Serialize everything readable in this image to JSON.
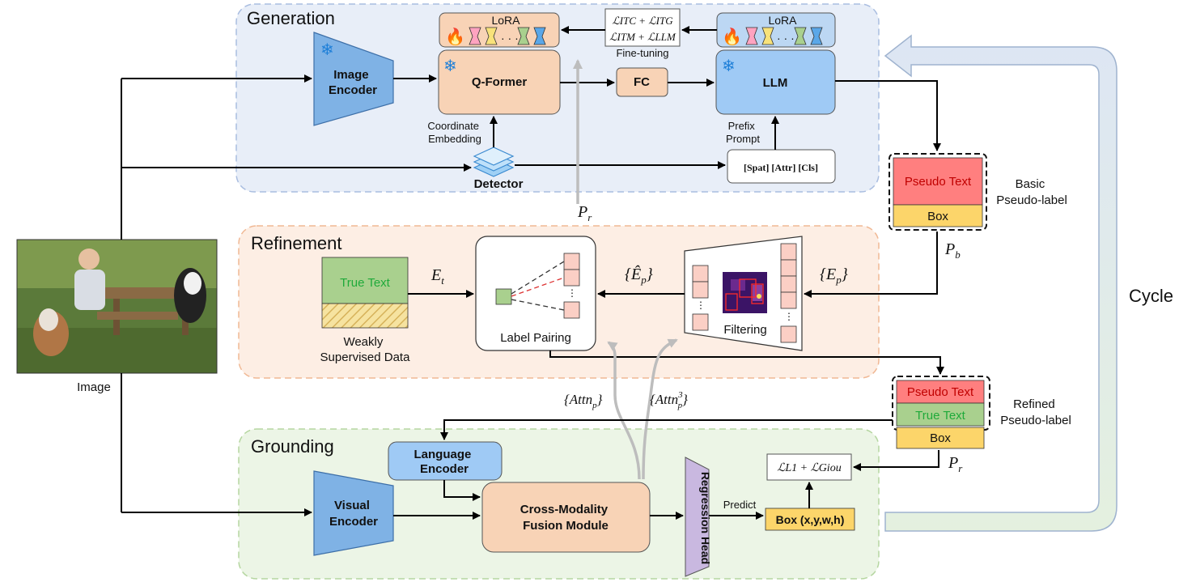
{
  "sections": {
    "generation": "Generation",
    "refinement": "Refinement",
    "grounding": "Grounding"
  },
  "generation": {
    "lora_left": "LoRA",
    "lora_right": "LoRA",
    "loss_line1": "ℒITC + ℒITG",
    "loss_line2": "ℒITM + ℒLLM",
    "finetune": "Fine-tuning",
    "image_encoder": [
      "Image",
      "Encoder"
    ],
    "qformer": "Q-Former",
    "fc": "FC",
    "llm": "LLM",
    "coord_emb": [
      "Coordinate",
      "Embedding"
    ],
    "detector": "Detector",
    "prefix_prompt": [
      "Prefix",
      "Prompt"
    ],
    "tokens": "[Spat] [Attr] [Cls]"
  },
  "basic_label": {
    "pseudo_text": "Pseudo Text",
    "box": "Box",
    "title": [
      "Basic",
      "Pseudo-label"
    ],
    "pb": "P",
    "pb_sub": "b"
  },
  "refinement": {
    "pr": "P",
    "pr_sub": "r",
    "true_text": "True Text",
    "weakly": [
      "Weakly",
      "Supervised Data"
    ],
    "et": "E",
    "et_sub": "t",
    "ehat": "{Ê",
    "ehat_sub": "p",
    "ep": "{E",
    "ep_sub": "p",
    "label_pairing": "Label Pairing",
    "filtering": "Filtering"
  },
  "refined_label": {
    "pseudo_text": "Pseudo Text",
    "true_text": "True Text",
    "box": "Box",
    "title": [
      "Refined",
      "Pseudo-label"
    ],
    "pr": "P",
    "pr_sub": "r"
  },
  "attn": {
    "hat": "{Attn",
    "hat_sub": "p",
    "three": "{Attn",
    "three_sub": "p",
    "three_sup": "3"
  },
  "grounding": {
    "language_encoder": [
      "Language",
      "Encoder"
    ],
    "visual_encoder": [
      "Visual",
      "Encoder"
    ],
    "fusion": [
      "Cross-Modality",
      "Fusion Module"
    ],
    "regression": "Regression Head",
    "predict": "Predict",
    "box_out": "Box (x,y,w,h)",
    "loss": "ℒL1 + ℒGiou"
  },
  "image_label": "Image",
  "cycle": "Cycle",
  "colors": {
    "generation_bg": "#e8eef8",
    "refinement_bg": "#fdeee4",
    "grounding_bg": "#ecf5e6",
    "encoder_blue": "#7fb2e5",
    "llm_blue": "#9fcaf5",
    "peach": "#f8d3b6",
    "pseudo_red": "#ff7f7f",
    "true_green": "#a9d08e",
    "box_yellow": "#fcd56a",
    "regression_purple": "#c9b8e0",
    "true_text_font": "#1faa3a",
    "pseudo_text_font": "#c00000"
  }
}
